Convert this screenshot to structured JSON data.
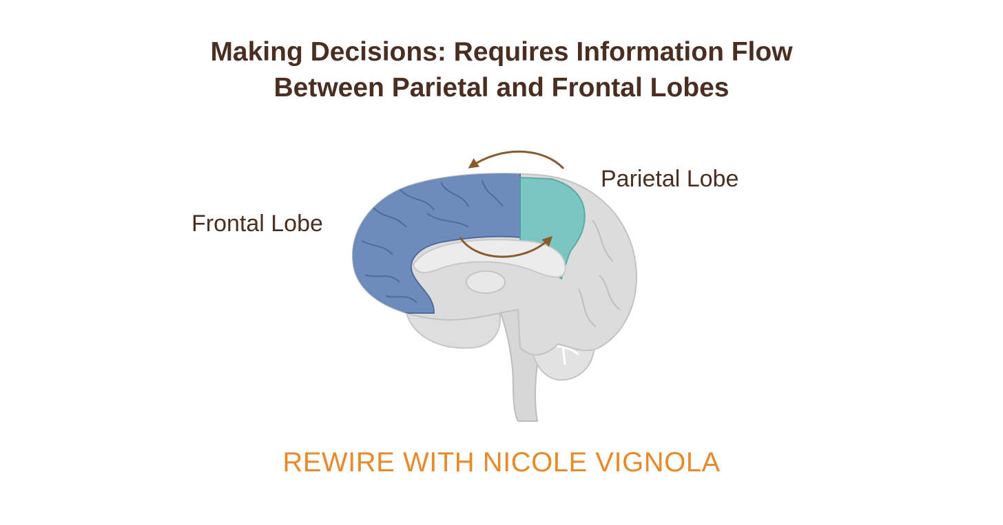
{
  "title": {
    "line1": "Making Decisions: Requires Information Flow",
    "line2": "Between Parietal and Frontal Lobes"
  },
  "labels": {
    "frontal": "Frontal Lobe",
    "parietal": "Parietal Lobe"
  },
  "footer": "REWIRE WITH NICOLE VIGNOLA",
  "colors": {
    "title": "#4a2e22",
    "frontal_lobe": "#6e8bbd",
    "parietal_lobe": "#6ec4bf",
    "arrow": "#8a5a2c",
    "brain": "#dcdcdc",
    "footer": "#e8892a"
  }
}
